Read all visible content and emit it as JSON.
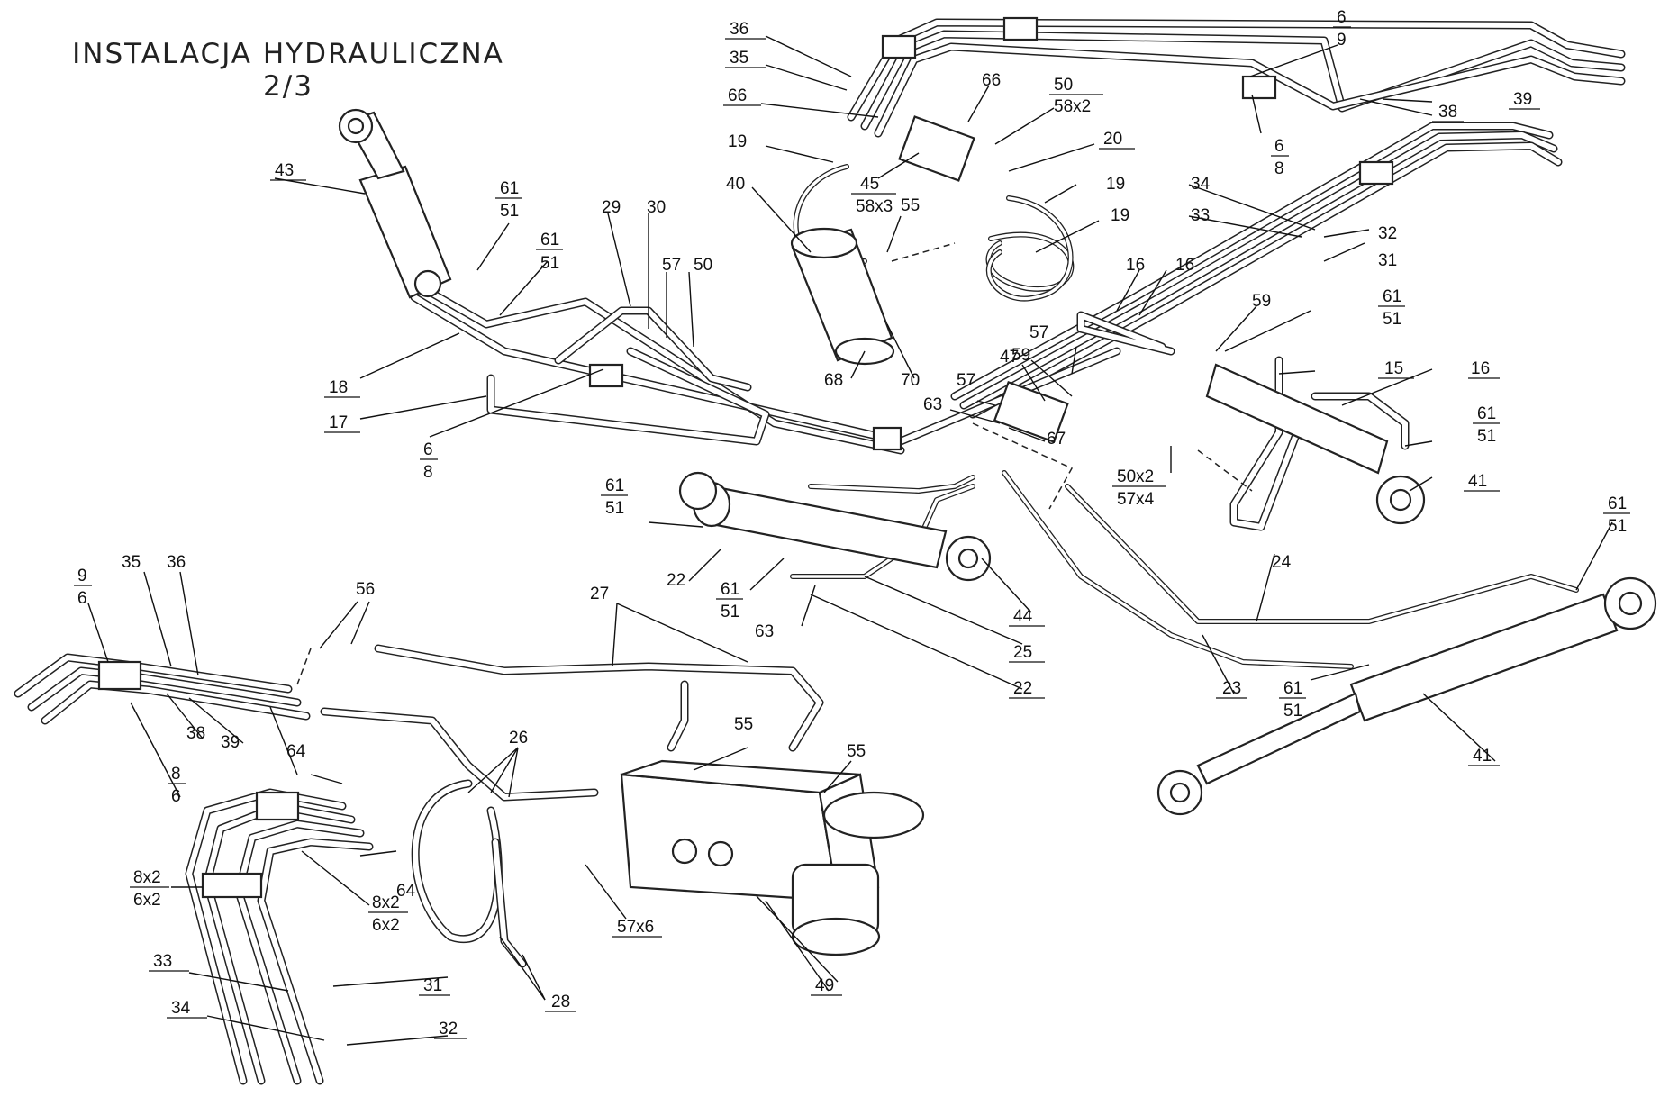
{
  "title": {
    "line1": "INSTALACJA HYDRAULICZNA",
    "line2": "2/3"
  },
  "callouts": [
    {
      "id": "c36a",
      "lines": [
        "36"
      ]
    },
    {
      "id": "c35a",
      "lines": [
        "35"
      ]
    },
    {
      "id": "c66a",
      "lines": [
        "66"
      ]
    },
    {
      "id": "c66b",
      "lines": [
        "66"
      ]
    },
    {
      "id": "c69",
      "lines": [
        "6",
        "9"
      ]
    },
    {
      "id": "c68a",
      "lines": [
        "6",
        "8"
      ]
    },
    {
      "id": "c5058",
      "lines": [
        "50",
        "58x2"
      ]
    },
    {
      "id": "c20",
      "lines": [
        "20"
      ]
    },
    {
      "id": "c39a",
      "lines": [
        "39"
      ]
    },
    {
      "id": "c38a",
      "lines": [
        "38"
      ]
    },
    {
      "id": "c19a",
      "lines": [
        "19"
      ]
    },
    {
      "id": "c40",
      "lines": [
        "40"
      ]
    },
    {
      "id": "c45",
      "lines": [
        "45",
        "58x3"
      ]
    },
    {
      "id": "c55a",
      "lines": [
        "55"
      ]
    },
    {
      "id": "c19b",
      "lines": [
        "19"
      ]
    },
    {
      "id": "c19c",
      "lines": [
        "19"
      ]
    },
    {
      "id": "c34a",
      "lines": [
        "34"
      ]
    },
    {
      "id": "c33a",
      "lines": [
        "33"
      ]
    },
    {
      "id": "c32a",
      "lines": [
        "32"
      ]
    },
    {
      "id": "c31a",
      "lines": [
        "31"
      ]
    },
    {
      "id": "c16a",
      "lines": [
        "16"
      ]
    },
    {
      "id": "c16b",
      "lines": [
        "16"
      ]
    },
    {
      "id": "c43",
      "lines": [
        "43"
      ]
    },
    {
      "id": "c6151a",
      "lines": [
        "61",
        "51"
      ]
    },
    {
      "id": "c6151b",
      "lines": [
        "61",
        "51"
      ]
    },
    {
      "id": "c29",
      "lines": [
        "29"
      ]
    },
    {
      "id": "c30",
      "lines": [
        "30"
      ]
    },
    {
      "id": "c57a",
      "lines": [
        "57"
      ]
    },
    {
      "id": "c50a",
      "lines": [
        "50"
      ]
    },
    {
      "id": "c59a",
      "lines": [
        "59"
      ]
    },
    {
      "id": "c6151c",
      "lines": [
        "61",
        "51"
      ]
    },
    {
      "id": "c15",
      "lines": [
        "15"
      ]
    },
    {
      "id": "c16c",
      "lines": [
        "16"
      ]
    },
    {
      "id": "c18",
      "lines": [
        "18"
      ]
    },
    {
      "id": "c17",
      "lines": [
        "17"
      ]
    },
    {
      "id": "c68b",
      "lines": [
        "6",
        "8"
      ]
    },
    {
      "id": "c68c",
      "lines": [
        "68"
      ]
    },
    {
      "id": "c70",
      "lines": [
        "70"
      ]
    },
    {
      "id": "c57b",
      "lines": [
        "57"
      ]
    },
    {
      "id": "c47",
      "lines": [
        "47"
      ]
    },
    {
      "id": "c59b",
      "lines": [
        "59"
      ]
    },
    {
      "id": "c57c",
      "lines": [
        "57"
      ]
    },
    {
      "id": "c63a",
      "lines": [
        "63"
      ]
    },
    {
      "id": "c67",
      "lines": [
        "67"
      ]
    },
    {
      "id": "c5057",
      "lines": [
        "50x2",
        "57x4"
      ]
    },
    {
      "id": "c6151d",
      "lines": [
        "61",
        "51"
      ]
    },
    {
      "id": "c41a",
      "lines": [
        "41"
      ]
    },
    {
      "id": "c6151e",
      "lines": [
        "61",
        "51"
      ]
    },
    {
      "id": "c22a",
      "lines": [
        "22"
      ]
    },
    {
      "id": "c6151f",
      "lines": [
        "61",
        "51"
      ]
    },
    {
      "id": "c63b",
      "lines": [
        "63"
      ]
    },
    {
      "id": "c44",
      "lines": [
        "44"
      ]
    },
    {
      "id": "c25",
      "lines": [
        "25"
      ]
    },
    {
      "id": "c22b",
      "lines": [
        "22"
      ]
    },
    {
      "id": "c24",
      "lines": [
        "24"
      ]
    },
    {
      "id": "c6151g",
      "lines": [
        "61",
        "51"
      ]
    },
    {
      "id": "c23",
      "lines": [
        "23"
      ]
    },
    {
      "id": "c6151h",
      "lines": [
        "61",
        "51"
      ]
    },
    {
      "id": "c41b",
      "lines": [
        "41"
      ]
    },
    {
      "id": "c96",
      "lines": [
        "9",
        "6"
      ]
    },
    {
      "id": "c35b",
      "lines": [
        "35"
      ]
    },
    {
      "id": "c36b",
      "lines": [
        "36"
      ]
    },
    {
      "id": "c56",
      "lines": [
        "56"
      ]
    },
    {
      "id": "c27",
      "lines": [
        "27"
      ]
    },
    {
      "id": "c38b",
      "lines": [
        "38"
      ]
    },
    {
      "id": "c39b",
      "lines": [
        "39"
      ]
    },
    {
      "id": "c86",
      "lines": [
        "8",
        "6"
      ]
    },
    {
      "id": "c64a",
      "lines": [
        "64"
      ]
    },
    {
      "id": "c26",
      "lines": [
        "26"
      ]
    },
    {
      "id": "c55b",
      "lines": [
        "55"
      ]
    },
    {
      "id": "c55c",
      "lines": [
        "55"
      ]
    },
    {
      "id": "c8x6x",
      "lines": [
        "8x2",
        "6x2"
      ]
    },
    {
      "id": "c8x6xb",
      "lines": [
        "8x2",
        "6x2"
      ]
    },
    {
      "id": "c64b",
      "lines": [
        "64"
      ]
    },
    {
      "id": "c576",
      "lines": [
        "57x6"
      ]
    },
    {
      "id": "c33b",
      "lines": [
        "33"
      ]
    },
    {
      "id": "c31b",
      "lines": [
        "31"
      ]
    },
    {
      "id": "c28",
      "lines": [
        "28"
      ]
    },
    {
      "id": "c49",
      "lines": [
        "49"
      ]
    },
    {
      "id": "c34b",
      "lines": [
        "34"
      ]
    },
    {
      "id": "c32b",
      "lines": [
        "32"
      ]
    }
  ]
}
